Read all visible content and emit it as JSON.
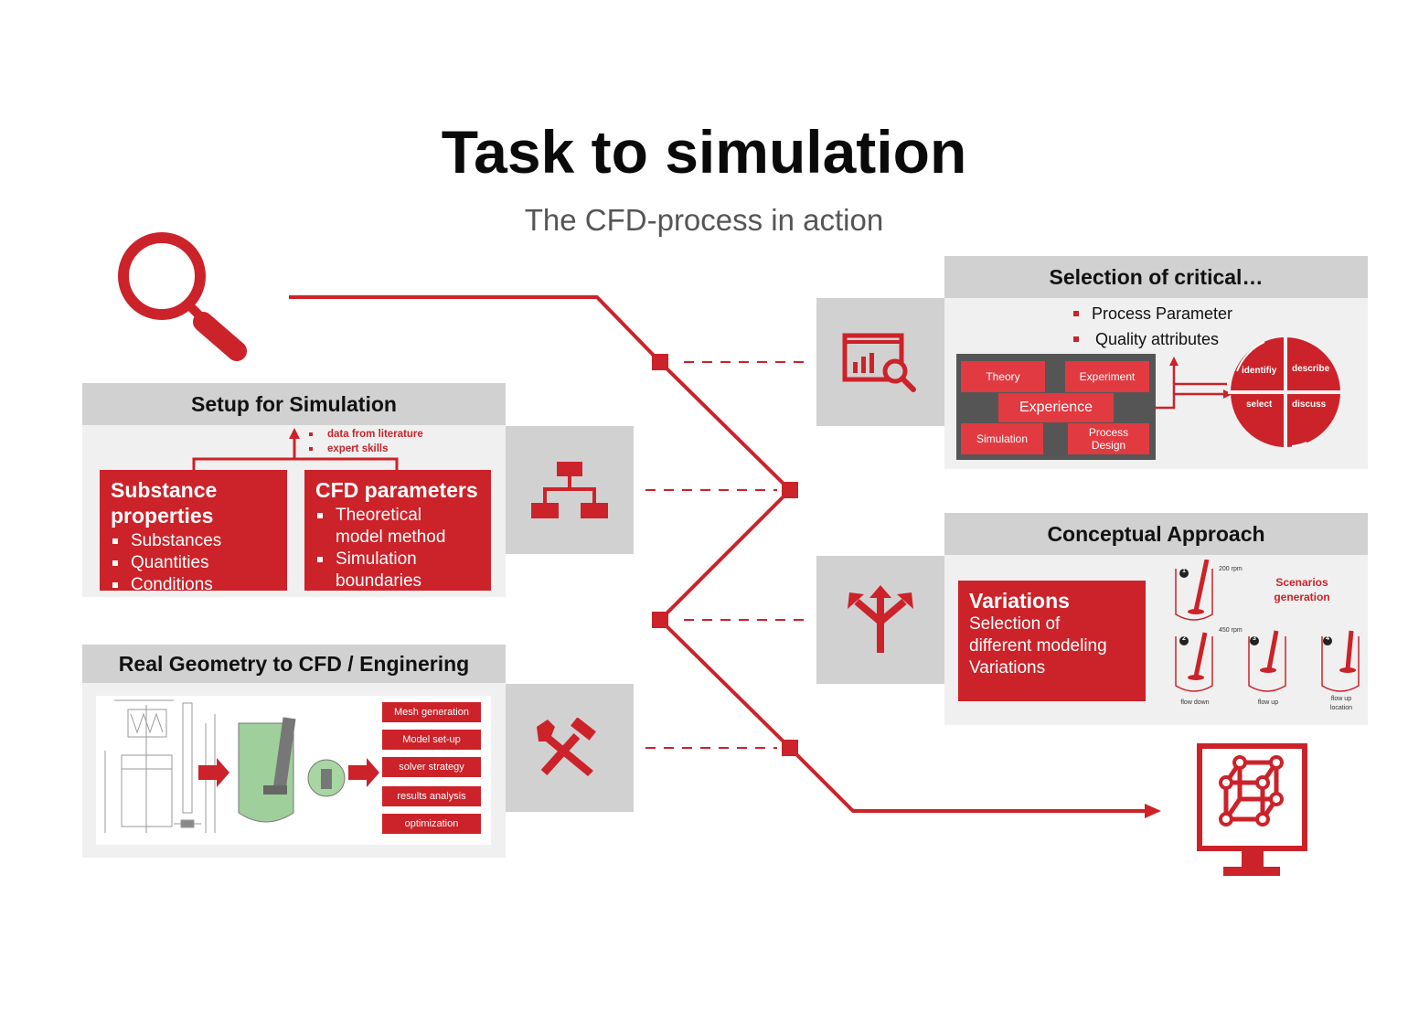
{
  "header": {
    "title": "Task to simulation",
    "subtitle": "The CFD-process in action"
  },
  "colors": {
    "accent": "#cc2229",
    "panel_header": "#d2d1d2",
    "panel_body": "#f0f0f0",
    "dark_box": "#555555"
  },
  "setup": {
    "title": "Setup for Simulation",
    "sources": [
      "data from literature",
      "expert skills"
    ],
    "substance": {
      "title_1": "Substance",
      "title_2": "properties",
      "items": [
        "Substances",
        "Quantities",
        "Conditions"
      ]
    },
    "cfd": {
      "title": "CFD parameters",
      "items": [
        [
          "Theoretical",
          "model method"
        ],
        [
          "Simulation",
          "boundaries"
        ]
      ]
    }
  },
  "geometry": {
    "title": "Real Geometry to CFD / Enginering",
    "steps": [
      "Mesh generation",
      "Model set-up",
      "solver strategy",
      "results analysis",
      "optimization"
    ]
  },
  "selection": {
    "title": "Selection of critical…",
    "items": [
      "Process Parameter",
      "Quality attributes"
    ],
    "matrix": {
      "theory": "Theory",
      "experiment": "Experiment",
      "experience": "Experience",
      "simulation": "Simulation",
      "process_design": "Process Design"
    },
    "cycle": {
      "identify": "identifiy",
      "describe": "describe",
      "select": "select",
      "discuss": "discuss"
    }
  },
  "conceptual": {
    "title": "Conceptual Approach",
    "variations": {
      "title": "Variations",
      "line1": "Selection of",
      "line2": "different modeling",
      "line3": "Variations"
    },
    "scenarios": {
      "title_1": "Scenarios",
      "title_2": "generation",
      "rpm_1": "200 rpm",
      "rpm_2": "450 rpm",
      "numbers": [
        "1",
        "2",
        "3",
        "4"
      ],
      "labels": [
        "flow down",
        "flow up",
        "flow up",
        "location"
      ]
    }
  },
  "icons": [
    "search-icon",
    "hierarchy-icon",
    "tools-icon",
    "analytics-icon",
    "split-arrows-icon",
    "monitor-cube-icon"
  ]
}
